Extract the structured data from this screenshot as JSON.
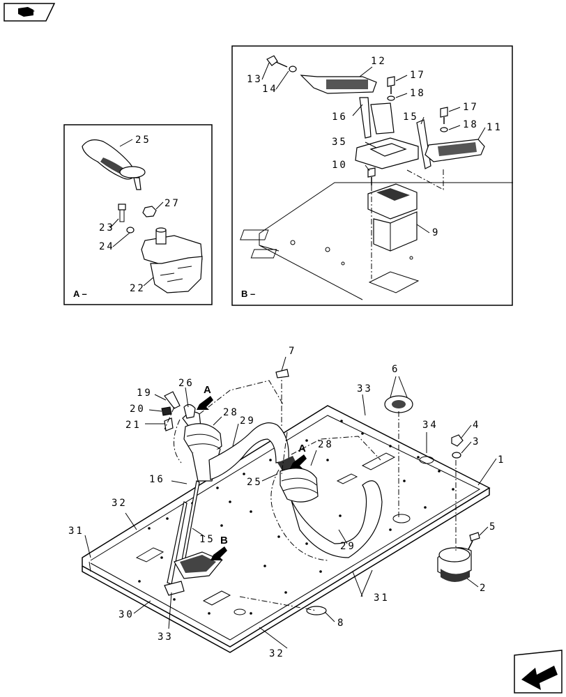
{
  "nav": {
    "prev_icon": "book-arrow-icon",
    "next_icon": "return-arrow-icon"
  },
  "detail_a": {
    "label": "A –"
  },
  "detail_b": {
    "label": "B –"
  },
  "view_arrows": {
    "a1": "A",
    "a2": "A",
    "b": "B"
  },
  "callouts": {
    "c1": "1",
    "c2": "2",
    "c3": "3",
    "c4": "4",
    "c5": "5",
    "c6": "6",
    "c7": "7",
    "c8": "8",
    "c9": "9",
    "c10": "10",
    "c11": "11",
    "c12": "12",
    "c13": "13",
    "c14": "14",
    "c15": "15",
    "c16": "16",
    "c17": "17",
    "c18": "18",
    "c19": "19",
    "c20": "20",
    "c21": "21",
    "c22": "22",
    "c23": "23",
    "c24": "24",
    "c25": "25",
    "c26": "26",
    "c27": "27",
    "c28": "28",
    "c29": "29",
    "c30": "30",
    "c31": "31",
    "c32": "32",
    "c33": "33",
    "c34": "34",
    "c35": "35"
  }
}
